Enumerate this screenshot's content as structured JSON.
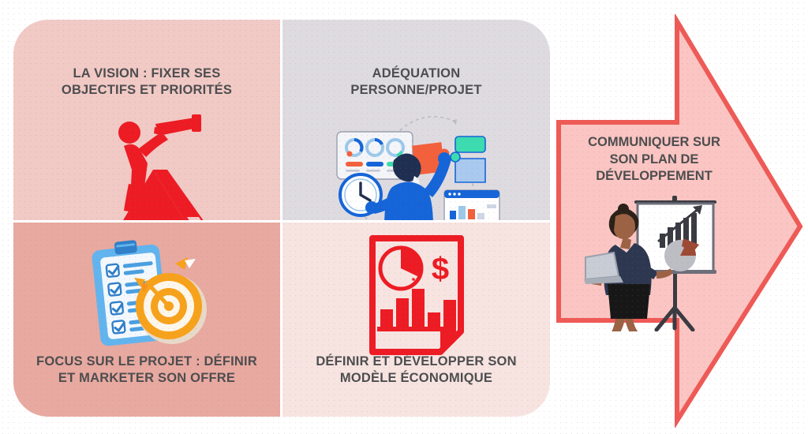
{
  "diagram": {
    "type": "process-matrix-with-arrow",
    "title_color": "#4d4d4f",
    "accent_red": "#ef3a37",
    "arrow_stroke": "#ee5a56",
    "arrow_fill": "#fac5c2"
  },
  "matrix": {
    "cells": [
      {
        "id": "vision",
        "position": "top-left",
        "title": "LA VISION : FIXER SES\nOBJECTIFS ET PRIORITÉS",
        "background": "#f1c9c5",
        "icon": "telescope-observer-on-mountain-icon"
      },
      {
        "id": "adequation",
        "position": "top-right",
        "title": "ADÉQUATION\nPERSONNE/PROJET",
        "background": "#dedbe0",
        "icon": "person-assembling-puzzle-dashboard-icon"
      },
      {
        "id": "focus",
        "position": "bottom-left",
        "title": "FOCUS SUR LE PROJET : DÉFINIR\nET MARKETER SON OFFRE",
        "background": "#e8a9a0",
        "icon": "checklist-clipboard-target-darts-icon"
      },
      {
        "id": "business-model",
        "position": "bottom-right",
        "title": "DÉFINIR ET DÉVELOPPER SON\nMODÈLE ÉCONOMIQUE",
        "background": "#f7e4e1",
        "icon": "financial-report-document-icon"
      }
    ]
  },
  "arrow": {
    "id": "communicate",
    "title": "COMMUNIQUER SUR\nSON PLAN DE\nDÉVELOPPEMENT",
    "direction": "right",
    "icon": "businesswoman-presenting-charts-icon"
  }
}
